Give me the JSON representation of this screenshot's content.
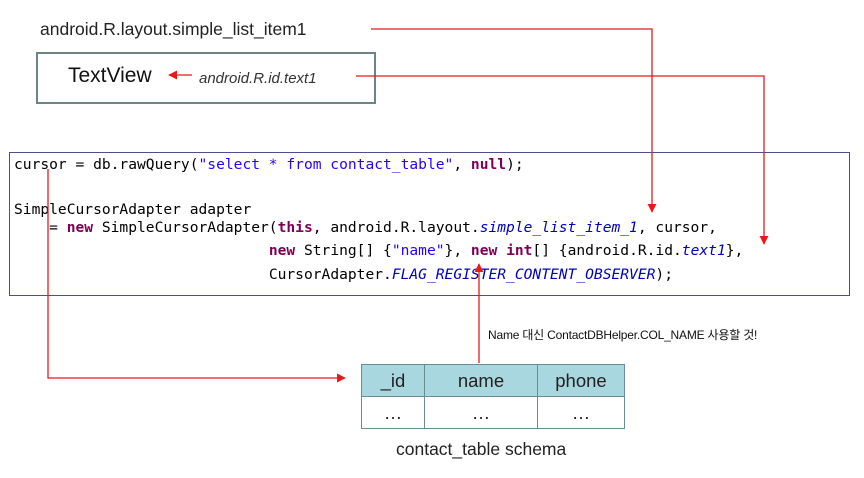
{
  "layout": {
    "resource_label": "android.R.layout.simple_list_item1"
  },
  "textview_box": {
    "label": "TextView",
    "id_label": "android.R.id.text1"
  },
  "code": {
    "line1": {
      "a": "cursor = db.rawQuery(",
      "str": "\"select * from contact_table\"",
      "b": ", ",
      "kw": "null",
      "c": ");"
    },
    "line2": "SimpleCursorAdapter adapter",
    "line3": {
      "a": "    = ",
      "kw_new": "new",
      "b": " SimpleCursorAdapter(",
      "kw_this": "this",
      "c": ", android.R.layout.",
      "field": "simple_list_item_1",
      "d": ", cursor,"
    },
    "line4": {
      "indent": "                             ",
      "kw_new1": "new",
      "a": " String[] {",
      "str": "\"name\"",
      "b": "}, ",
      "kw_new2": "new",
      "c": " ",
      "kw_int": "int",
      "d": "[] {android.R.id.",
      "field": "text1",
      "e": "},"
    },
    "line5": {
      "indent": "                             ",
      "a": "CursorAdapter.",
      "field": "FLAG_REGISTER_CONTENT_OBSERVER",
      "b": ");"
    }
  },
  "note": "Name 대신 ContactDBHelper.COL_NAME 사용할 것!",
  "schema": {
    "headers": [
      "_id",
      "name",
      "phone"
    ],
    "row": [
      "…",
      "…",
      "…"
    ],
    "caption": "contact_table schema"
  },
  "colors": {
    "arrow": "#e8191c",
    "box_border": "#6d8487",
    "code_border": "#4d4d8f",
    "table_header": "#a9d7df",
    "keyword": "#7f0055",
    "string": "#2a00ff",
    "field": "#0000c0"
  }
}
